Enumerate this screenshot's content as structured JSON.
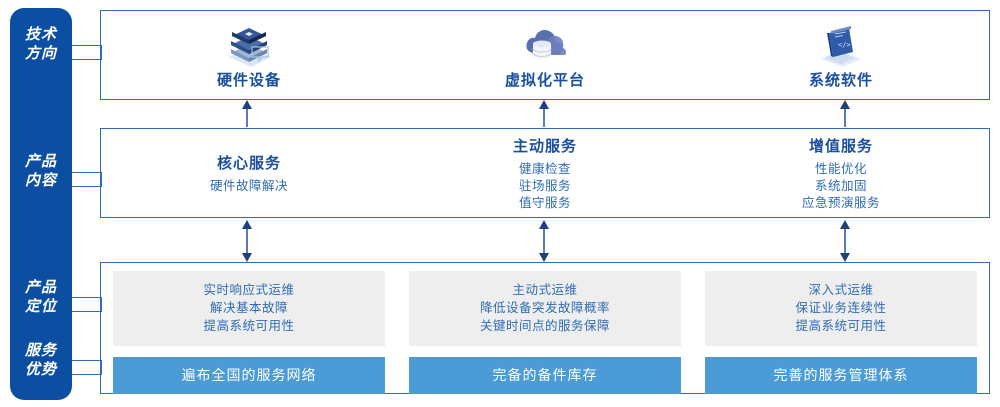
{
  "rail": {
    "labels": [
      {
        "id": "tech",
        "line1": "技术",
        "line2": "方向"
      },
      {
        "id": "content",
        "line1": "产品",
        "line2": "内容"
      },
      {
        "id": "position",
        "line1": "产品",
        "line2": "定位"
      },
      {
        "id": "advantage",
        "line1": "服务",
        "line2": "优势"
      }
    ]
  },
  "tech_direction": {
    "columns": [
      {
        "icon": "server-stack-icon",
        "title": "硬件设备"
      },
      {
        "icon": "cloud-database-icon",
        "title": "虚拟化平台"
      },
      {
        "icon": "laptop-code-icon",
        "title": "系统软件"
      }
    ]
  },
  "product_content": {
    "columns": [
      {
        "title": "核心服务",
        "items": [
          "硬件故障解决"
        ]
      },
      {
        "title": "主动服务",
        "items": [
          "健康检查",
          "驻场服务",
          "值守服务"
        ]
      },
      {
        "title": "增值服务",
        "items": [
          "性能优化",
          "系统加固",
          "应急预演服务"
        ]
      }
    ]
  },
  "product_positioning": {
    "columns": [
      {
        "lines": [
          "实时响应式运维",
          "解决基本故障",
          "提高系统可用性"
        ]
      },
      {
        "lines": [
          "主动式运维",
          "降低设备突发故障概率",
          "关键时间点的服务保障"
        ]
      },
      {
        "lines": [
          "深入式运维",
          "保证业务连续性",
          "提高系统可用性"
        ]
      }
    ]
  },
  "service_advantage": {
    "bars": [
      "遍布全国的服务网络",
      "完备的备件库存",
      "完善的服务管理体系"
    ]
  },
  "colors": {
    "rail_blue": "#0b4ea2",
    "border_blue": "#2f6cb5",
    "title_blue": "#1b4f9c",
    "body_blue": "#2f6cb5",
    "bar_blue": "#4a9bd6",
    "gray_box": "#eeeeee"
  }
}
